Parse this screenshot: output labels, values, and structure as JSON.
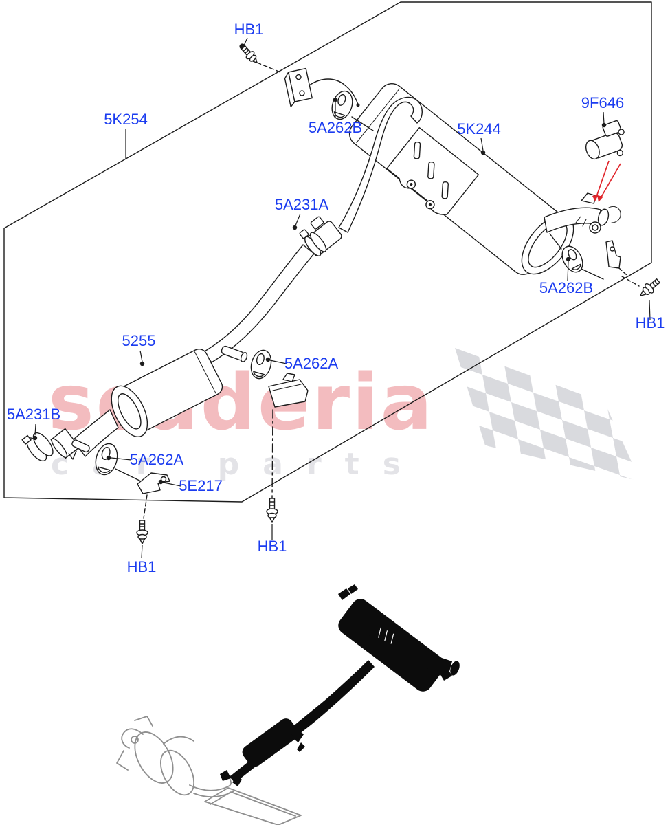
{
  "watermark": {
    "brand": "scuderia",
    "tagline": "car parts"
  },
  "callouts": {
    "hb1_top": {
      "label": "HB1"
    },
    "heat_shield_5k254": {
      "label": "5K254"
    },
    "isolator_top_5a262b": {
      "label": "5A262B"
    },
    "rear_muffler_5k244": {
      "label": "5K244"
    },
    "valve_actuator_9f646": {
      "label": "9F646"
    },
    "coupler_clamp_5a231a": {
      "label": "5A231A"
    },
    "isolator_rear_5a262b": {
      "label": "5A262B"
    },
    "hb1_rear": {
      "label": "HB1"
    },
    "centre_muffler_5255": {
      "label": "5255"
    },
    "isolator_mid_5a262a": {
      "label": "5A262A"
    },
    "front_clamp_5a231b": {
      "label": "5A231B"
    },
    "isolator_front_5a262a": {
      "label": "5A262A"
    },
    "bracket_5e217": {
      "label": "5E217"
    },
    "hb1_bottom_left": {
      "label": "HB1"
    },
    "hb1_bottom_mid": {
      "label": "HB1"
    }
  },
  "colors": {
    "callout_text": "#1b3cf0",
    "drawing_line": "#1c1c1c",
    "arrow_red": "#e0252b",
    "watermark_brand": "#f3bcbf",
    "watermark_tagline": "#e3e3e7",
    "flag_gray": "#d9dade",
    "highlight_black": "#0c0c0c",
    "front_gray": "#8f8f8f"
  }
}
